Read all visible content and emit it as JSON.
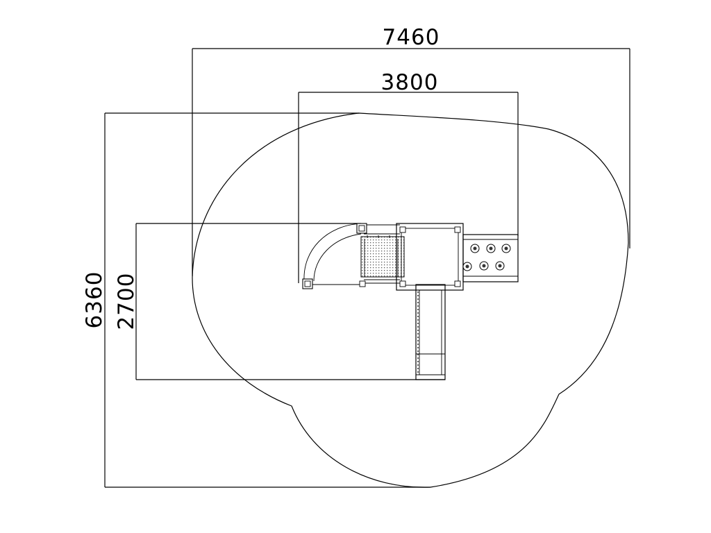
{
  "dimensions": {
    "overall_width": "7460",
    "inner_width": "3800",
    "overall_height": "6360",
    "inner_height": "2700"
  }
}
